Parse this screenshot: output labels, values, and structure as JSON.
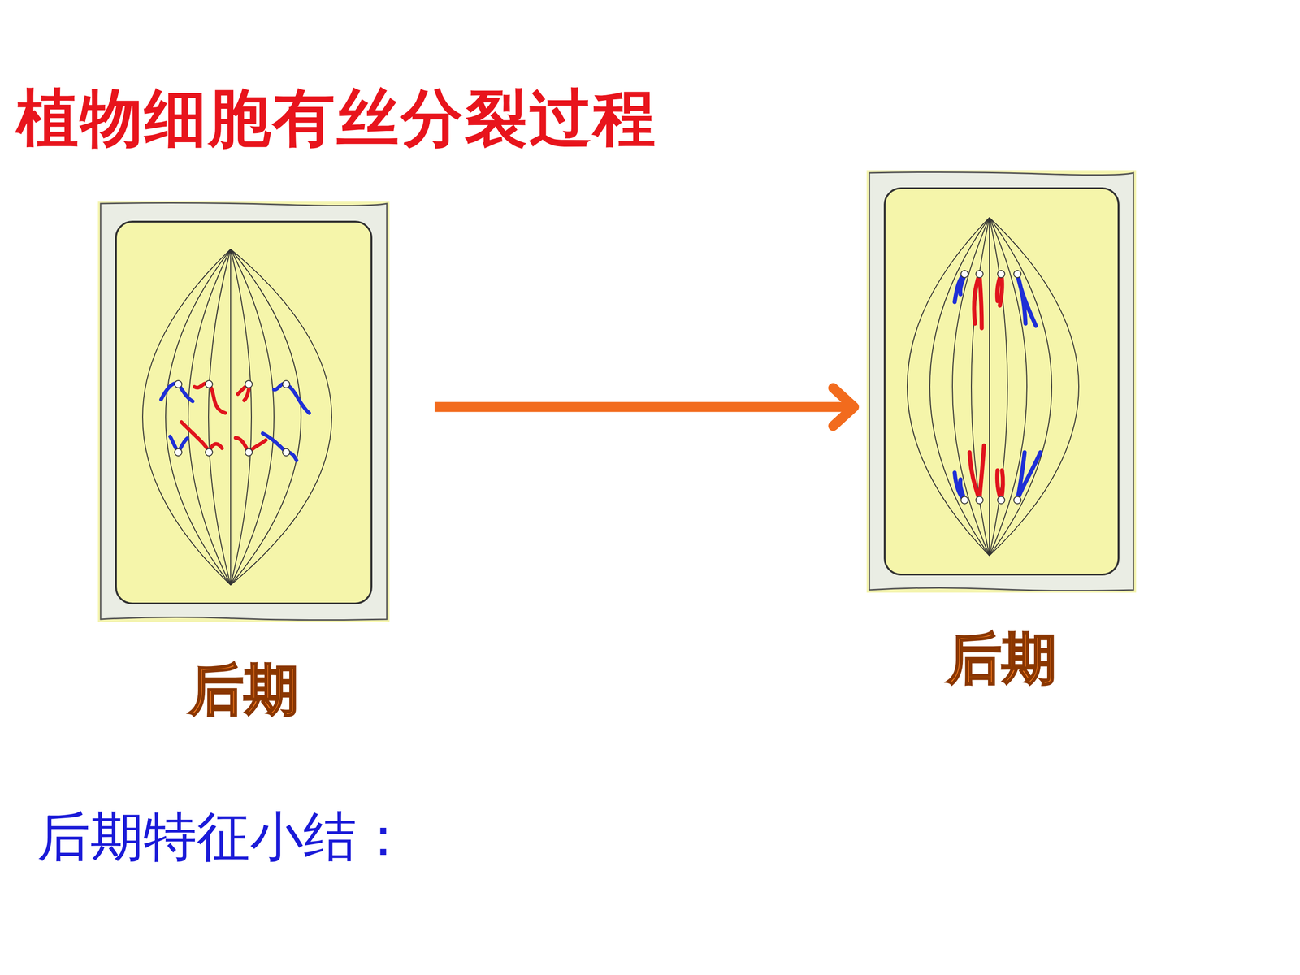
{
  "diagram": {
    "title": "植物细胞有丝分裂过程",
    "nodes": [
      {
        "text": [
          "后期"
        ]
      },
      {
        "text": [
          "后期"
        ]
      }
    ],
    "edges": [
      {
        "from": 0,
        "to": 1,
        "arrow": "to"
      }
    ],
    "labels": [
      "后期特征小结："
    ]
  }
}
